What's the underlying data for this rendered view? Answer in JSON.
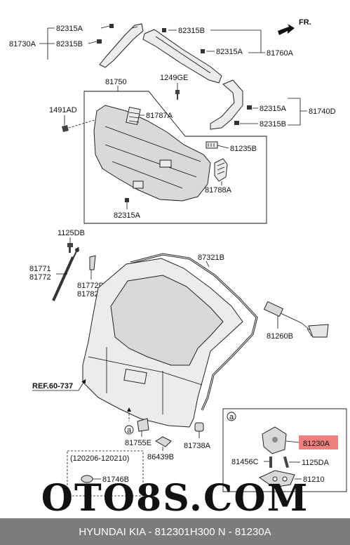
{
  "orientation": "FR.",
  "labels": {
    "p82315A_top": "82315A",
    "p81730A": "81730A",
    "p82315B_left": "82315B",
    "p82315B_top": "82315B",
    "p82315A_mid": "82315A",
    "p81760A": "81760A",
    "p81750": "81750",
    "p1249GE": "1249GE",
    "p1491AD": "1491AD",
    "p81787A": "81787A",
    "p82315A_right": "82315A",
    "p81740D": "81740D",
    "p82315B_right": "82315B",
    "p81235B": "81235B",
    "p81788A": "81788A",
    "p82315A_bottom": "82315A",
    "p1125DB": "1125DB",
    "p87321B": "87321B",
    "p81771": "81771",
    "p81772": "81772",
    "p81772D": "81772D",
    "p81782": "81782",
    "p81260B": "81260B",
    "ref": "REF.60-737",
    "p81755E": "81755E",
    "p86439B": "86439B",
    "p81738A": "81738A",
    "callout_a": "a",
    "inset_a": "a",
    "p81230A": "81230A",
    "p81456C": "81456C",
    "p1125DA": "1125DA",
    "p81210": "81210",
    "date_range": "(120206-120210)",
    "p81746B": "81746B"
  },
  "highlight_color": "#f08080",
  "watermark": "OTO8S.COM",
  "footer": "HYUNDAI  KIA - 812301H300      N - 81230A"
}
